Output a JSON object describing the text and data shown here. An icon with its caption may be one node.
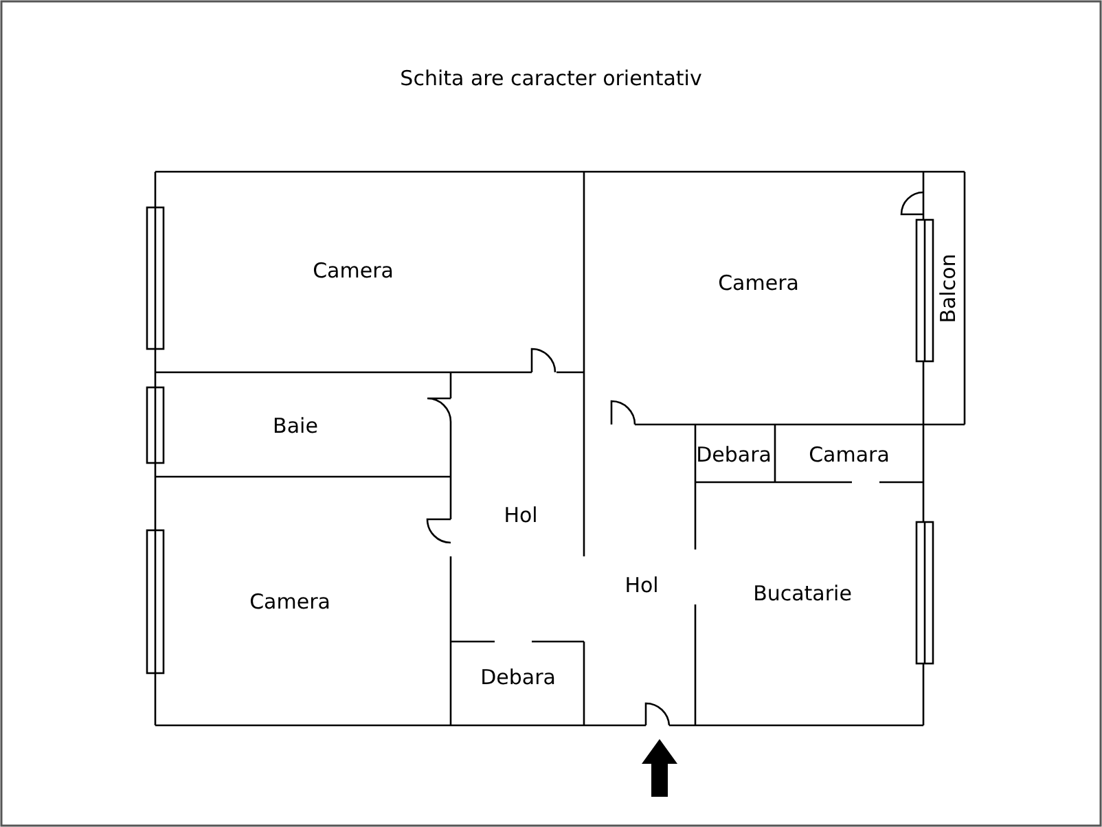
{
  "diagram": {
    "title": "Schita are caracter orientativ",
    "nodes": [
      {
        "text": [
          "Camera"
        ]
      },
      {
        "text": [
          "Camera"
        ]
      },
      {
        "text": [
          "Balcon"
        ]
      },
      {
        "text": [
          "Baie"
        ]
      },
      {
        "text": [
          "Debara"
        ]
      },
      {
        "text": [
          "Camara"
        ]
      },
      {
        "text": [
          "Hol"
        ]
      },
      {
        "text": [
          "Hol"
        ]
      },
      {
        "text": [
          "Camera"
        ]
      },
      {
        "text": [
          "Bucatarie"
        ]
      },
      {
        "text": [
          "Debara"
        ]
      }
    ]
  }
}
